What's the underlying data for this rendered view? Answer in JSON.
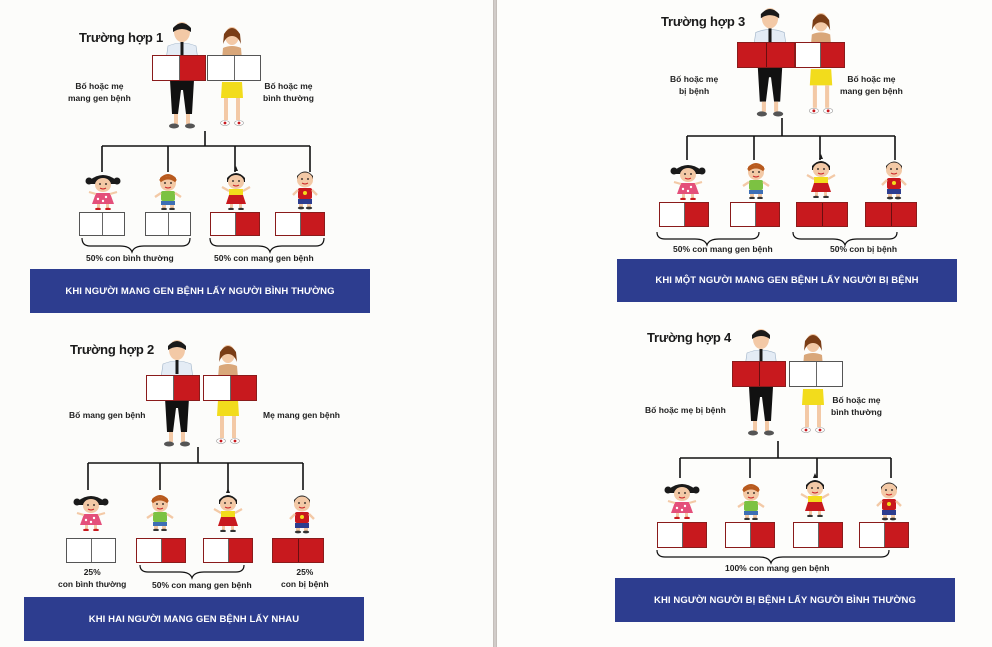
{
  "cases": [
    {
      "title": "Trường hợp 1",
      "parent_left_label": [
        "Bố hoặc mẹ",
        "mang gen bệnh"
      ],
      "parent_right_label": [
        "Bố hoặc mẹ",
        "bình thường"
      ],
      "father_gene": "carrier",
      "mother_gene": "normal",
      "children_genes": [
        "normal",
        "normal",
        "carrier",
        "carrier"
      ],
      "group_labels": [
        [
          "50% con bình thường"
        ],
        [
          "50% con mang gen bệnh"
        ]
      ],
      "banner": "KHI NGƯỜI MANG GEN BỆNH LẤY NGƯỜI BÌNH THƯỜNG"
    },
    {
      "title": "Trường hợp 2",
      "parent_left_label": [
        "Bố mang gen bệnh"
      ],
      "parent_right_label": [
        "Mẹ mang gen bệnh"
      ],
      "father_gene": "carrier",
      "mother_gene": "carrier",
      "children_genes": [
        "normal",
        "carrier",
        "carrier",
        "affected"
      ],
      "group_labels": [
        [
          "25%",
          "con bình thường"
        ],
        [
          "50% con mang gen bệnh"
        ],
        [
          "25%",
          "con bị bệnh"
        ]
      ],
      "banner": "KHI HAI NGƯỜI MANG GEN BỆNH LẤY NHAU"
    },
    {
      "title": "Trường hợp 3",
      "parent_left_label": [
        "Bố hoặc mẹ",
        "bị bệnh"
      ],
      "parent_right_label": [
        "Bố hoặc mẹ",
        "mang gen bệnh"
      ],
      "father_gene": "affected",
      "mother_gene": "carrier",
      "children_genes": [
        "carrier",
        "carrier",
        "affected",
        "affected"
      ],
      "group_labels": [
        [
          "50% con mang gen bệnh"
        ],
        [
          "50% con  bị bệnh"
        ]
      ],
      "banner": "KHI MỘT NGƯỜI MANG GEN BỆNH LẤY NGƯỜI BỊ BỆNH"
    },
    {
      "title": "Trường hợp 4",
      "parent_left_label": [
        "Bố hoặc mẹ bị bệnh"
      ],
      "parent_right_label": [
        "Bố hoặc mẹ",
        "bình thường"
      ],
      "father_gene": "affected",
      "mother_gene": "normal",
      "children_genes": [
        "carrier",
        "carrier",
        "carrier",
        "carrier"
      ],
      "group_labels": [
        [
          "100% con mang gen bệnh"
        ]
      ],
      "banner": "KHI NGƯỜI NGƯỜI BỊ BỆNH LẤY NGƯỜI BÌNH THƯỜNG"
    }
  ],
  "colors": {
    "affected_red": "#c8191e",
    "banner_blue": "#2d3d8f",
    "mother_shirt": "#f2dc1c",
    "father_shirt": "#e4ecf5",
    "page": "#fcfcfa"
  },
  "icons": [
    "father-figure",
    "mother-figure",
    "girl-figure",
    "boy-figure"
  ]
}
